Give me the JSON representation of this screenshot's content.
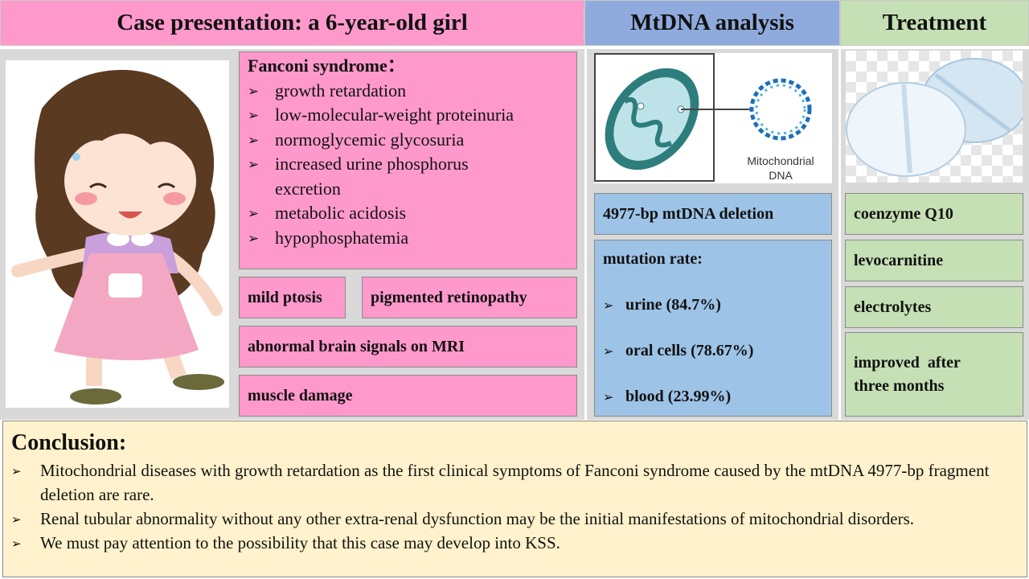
{
  "headers": {
    "case": "Case presentation: a 6-year-old girl",
    "mtdna": "MtDNA analysis",
    "treatment": "Treatment"
  },
  "colors": {
    "pink": "#ff99cc",
    "blue": "#9dc3e6",
    "green": "#c5e0b4",
    "yellow": "#fff2cc",
    "gray": "#d9d9d9"
  },
  "fanconi": {
    "title": "Fanconi syndrome：",
    "items": [
      "growth retardation",
      "low-molecular-weight  proteinuria",
      "normoglycemic glycosuria",
      "increased urine phosphorus excretion",
      "metabolic acidosis",
      "hypophosphatemia"
    ]
  },
  "symptoms": {
    "ptosis": "mild ptosis",
    "retinopathy": "pigmented retinopathy",
    "mri": "abnormal brain signals on MRI",
    "muscle": "muscle damage"
  },
  "mtdna": {
    "image_label_1": "Mitochondrial",
    "image_label_2": "DNA",
    "deletion": "4977-bp mtDNA deletion",
    "mutation_title": "mutation rate:",
    "mutation_items": [
      "urine (84.7%)",
      "oral cells (78.67%)",
      "blood (23.99%)"
    ]
  },
  "treatment": {
    "items": [
      "coenzyme  Q10",
      "levocarnitine",
      "electrolytes",
      "improved  after three months"
    ]
  },
  "conclusion": {
    "title": "Conclusion:",
    "items": [
      "Mitochondrial diseases with growth retardation as the first clinical symptoms of Fanconi syndrome caused by the mtDNA 4977-bp fragment deletion are rare.",
      "Renal tubular abnormality without any other extra-renal dysfunction may be the initial manifestations of mitochondrial disorders.",
      "We must pay attention to the possibility that this case may develop into KSS."
    ]
  },
  "icons": {
    "bullet": "arrow-bullet-icon"
  }
}
